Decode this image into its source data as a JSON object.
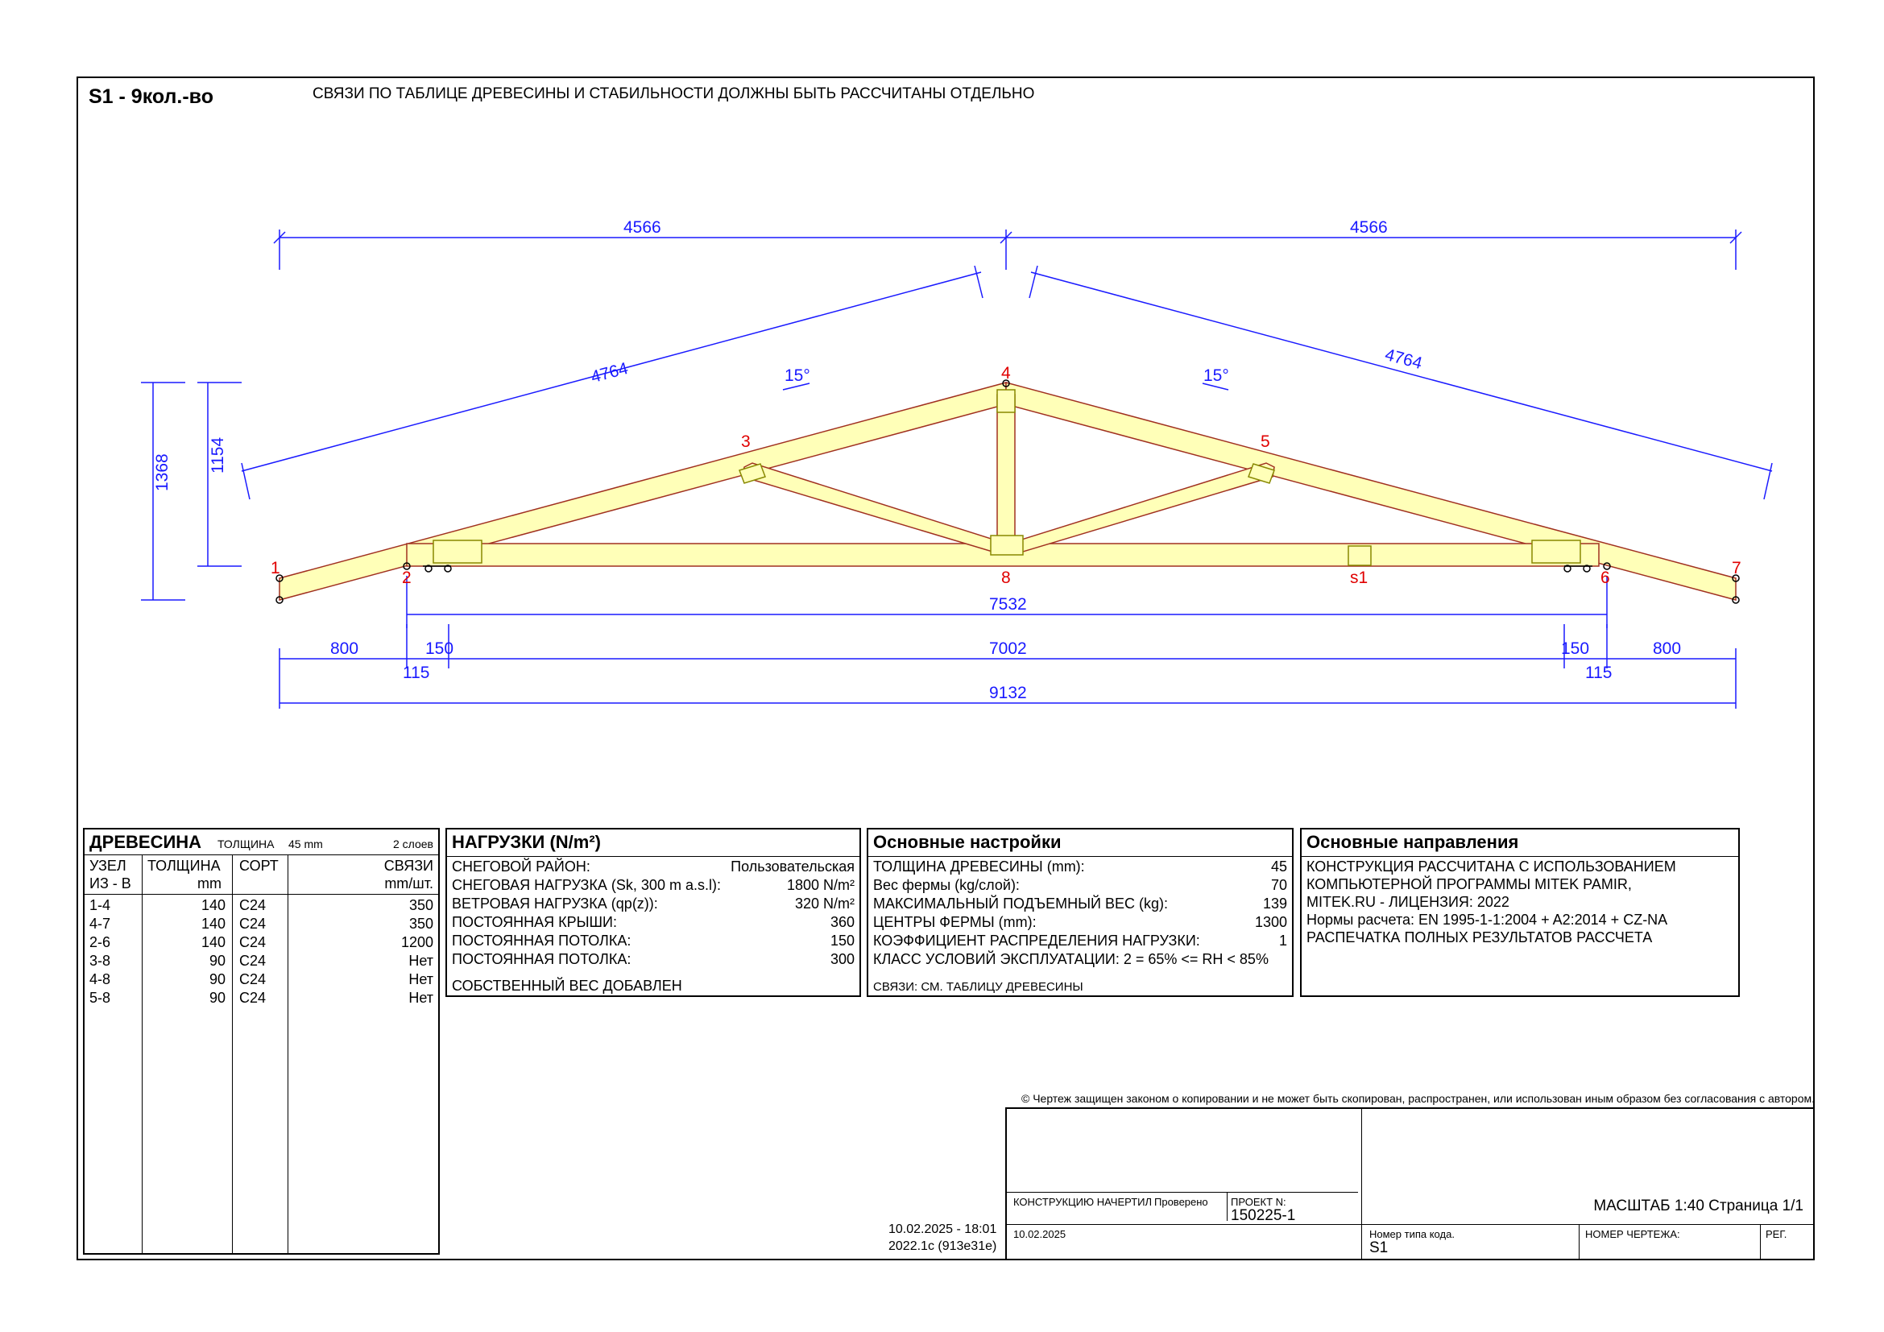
{
  "header": {
    "title": "S1 - 9кол.-во",
    "note": "СВЯЗИ ПО ТАБЛИЦЕ ДРЕВЕСИНЫ И СТАБИЛЬНОСТИ ДОЛЖНЫ БЫТЬ РАССЧИТАНЫ ОТДЕЛЬНО"
  },
  "colors": {
    "timber_fill": "#ffffb8",
    "timber_edge": "#a03020",
    "dimension": "#1a1aff",
    "node_label": "#e00000",
    "plate": "#888800"
  },
  "drawing": {
    "dims": {
      "top_left": "4566",
      "top_right": "4566",
      "rafter_left": "4764",
      "rafter_right": "4764",
      "height_outer": "1368",
      "height_inner": "1154",
      "angle_left": "15°",
      "angle_right": "15°",
      "span_supports": "7532",
      "left_overhang": "800",
      "left_115": "115",
      "left_150": "150",
      "clear_span": "7002",
      "right_150": "150",
      "right_115": "115",
      "right_overhang": "800",
      "total": "9132"
    },
    "nodes": {
      "n1": "1",
      "n2": "2",
      "n3": "3",
      "n4": "4",
      "n5": "5",
      "n6": "6",
      "n7": "7",
      "n8": "8",
      "s1": "s1"
    }
  },
  "timber": {
    "title": "ДРЕВЕСИНА",
    "thickness_label": "ТОЛЩИНА",
    "thickness_value": "45 mm",
    "layers": "2 слоев",
    "col_node_1": "УЗЕЛ",
    "col_node_2": "ИЗ - В",
    "col_thick_1": "ТОЛЩИНА",
    "col_thick_2": "mm",
    "col_grade": "СОРТ",
    "col_ties_1": "СВЯЗИ",
    "col_ties_2": "mm/шт.",
    "rows": [
      {
        "node": "1-4",
        "thick": "140",
        "grade": "C24",
        "ties": "350"
      },
      {
        "node": "4-7",
        "thick": "140",
        "grade": "C24",
        "ties": "350"
      },
      {
        "node": "2-6",
        "thick": "140",
        "grade": "C24",
        "ties": "1200"
      },
      {
        "node": "3-8",
        "thick": "90",
        "grade": "C24",
        "ties": "Нет"
      },
      {
        "node": "4-8",
        "thick": "90",
        "grade": "C24",
        "ties": "Нет"
      },
      {
        "node": "5-8",
        "thick": "90",
        "grade": "C24",
        "ties": "Нет"
      }
    ]
  },
  "loads": {
    "title": "НАГРУЗКИ (N/m²)",
    "rows": [
      {
        "label": "СНЕГОВОЙ РАЙОН:",
        "value": "Пользовательская"
      },
      {
        "label": "СНЕГОВАЯ НАГРУЗКА  (Sk, 300 m a.s.l):",
        "value": "1800 N/m²"
      },
      {
        "label": "ВЕТРОВАЯ НАГРУЗКА  (qp(z)):",
        "value": "320 N/m²"
      },
      {
        "label": "ПОСТОЯННАЯ КРЫШИ:",
        "value": "360"
      },
      {
        "label": "ПОСТОЯННАЯ ПОТОЛКА:",
        "value": "150"
      },
      {
        "label": "ПОСТОЯННАЯ ПОТОЛКА:",
        "value": "300"
      }
    ],
    "footer": "СОБСТВЕННЫЙ ВЕС ДОБАВЛЕН"
  },
  "settings": {
    "title": "Основные настройки",
    "rows": [
      {
        "label": "ТОЛЩИНА ДРЕВЕСИНЫ  (mm):",
        "value": "45"
      },
      {
        "label": "Вес фермы  (kg/слой):",
        "value": "70"
      },
      {
        "label": "МАКСИМАЛЬНЫЙ ПОДЪЕМНЫЙ ВЕС (kg):",
        "value": "139"
      },
      {
        "label": "ЦЕНТРЫ ФЕРМЫ  (mm):",
        "value": "1300"
      },
      {
        "label": "КОЭФФИЦИЕНТ РАСПРЕДЕЛЕНИЯ НАГРУЗКИ:",
        "value": "1"
      },
      {
        "label": "КЛАСС УСЛОВИЙ ЭКСПЛУАТАЦИИ: 2 = 65% <= RH < 85%",
        "value": ""
      }
    ],
    "footer": "СВЯЗИ: СМ. ТАБЛИЦУ ДРЕВЕСИНЫ"
  },
  "directions": {
    "title": "Основные направления",
    "lines": [
      "КОНСТРУКЦИЯ РАССЧИТАНА С ИСПОЛЬЗОВАНИЕМ",
      "КОМПЬЮТЕРНОЙ ПРОГРАММЫ MITEK PAMIR,",
      "MITEK.RU - ЛИЦЕНЗИЯ: 2022",
      "Нормы расчета: EN 1995-1-1:2004 + A2:2014 + CZ-NA",
      "РАСПЕЧАТКА ПОЛНЫХ РЕЗУЛЬТАТОВ РАССЧЕТА"
    ]
  },
  "copyright": "© Чертеж защищен законом о копировании и не может быть скопирован, распространен, или использован иным образом без согласования с автором.",
  "title_block": {
    "drawn_by": "КОНСТРУКЦИЮ НАЧЕРТИЛ",
    "checked": "Проверено",
    "project_label": "ПРОЕКТ N:",
    "project_value": "150225-1",
    "date": "10.02.2025",
    "timestamp": "10.02.2025 - 18:01",
    "version": "2022.1c (913e31e)",
    "scale": "МАСШТАБ 1:40 Страница  1/1",
    "type_code_label": "Номер типа кода.",
    "type_code_value": "S1",
    "drawing_no_label": "НОМЕР ЧЕРТЕЖА:",
    "rev_label": "РЕГ."
  }
}
